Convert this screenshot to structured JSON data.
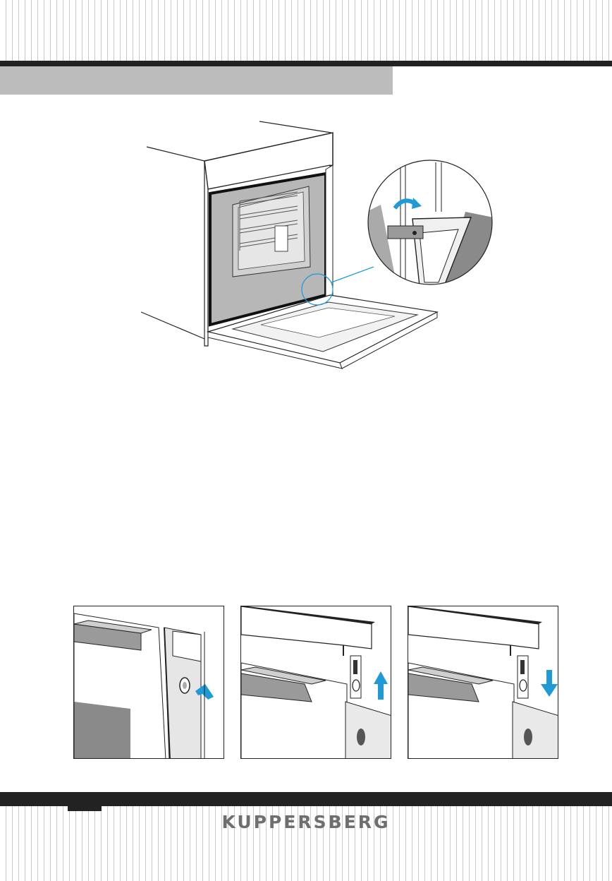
{
  "footer": {
    "brand": "KUPPERSBERG"
  },
  "figures": {
    "main": {
      "description_icon": "oven-door-hinge-icon",
      "arrow_color": "#1e9ad6"
    },
    "steps": [
      {
        "icon": "press-latch-icon",
        "arrow": "left"
      },
      {
        "icon": "push-up-icon",
        "arrow": "up"
      },
      {
        "icon": "push-down-icon",
        "arrow": "down"
      }
    ]
  },
  "colors": {
    "dark_band": "#222222",
    "section_band": "#bcbcbc",
    "brand_text": "#6f6f6f",
    "accent_arrow": "#1e9ad6"
  }
}
